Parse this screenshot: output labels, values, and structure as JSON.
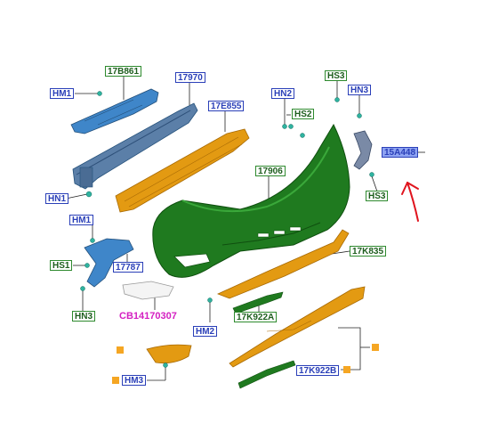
{
  "labels": {
    "l17B861": "17B861",
    "l17970": "17970",
    "l17E855": "17E855",
    "l17906": "17906",
    "l17K835": "17K835",
    "l17787": "17787",
    "l17K922A": "17K922A",
    "l17K922B": "17K922B",
    "lCB": "CB14170307",
    "l15A448": "15A448",
    "hm1_top": "HM1",
    "hn1": "HN1",
    "hm1_mid": "HM1",
    "hs1": "HS1",
    "hn3_left": "HN3",
    "hn2": "HN2",
    "hs2": "HS2",
    "hs3_top": "HS3",
    "hn3_right": "HN3",
    "hs3_bottom": "HS3",
    "hm2": "HM2",
    "hm3": "HM3"
  },
  "colors": {
    "part_blue": "#3f86c9",
    "part_blue_dark": "#24507a",
    "part_steel": "#5b7fa8",
    "part_orange": "#e39a12",
    "part_orange_dark": "#a86a05",
    "bumper_green": "#1f7a1f",
    "bumper_green_light": "#3aa83a",
    "bumper_green_dark": "#0f4f0f",
    "clip_teal": "#2fb3a0",
    "bracket_grey": "#7a8aa6",
    "arrow_red": "#e0141e",
    "label_blue": "#2a3fb8",
    "label_green": "#2e8a2e",
    "highlight_blue": "#8ea3f2",
    "callout_magenta": "#d41fc1",
    "marker_orange": "#f5a623"
  }
}
